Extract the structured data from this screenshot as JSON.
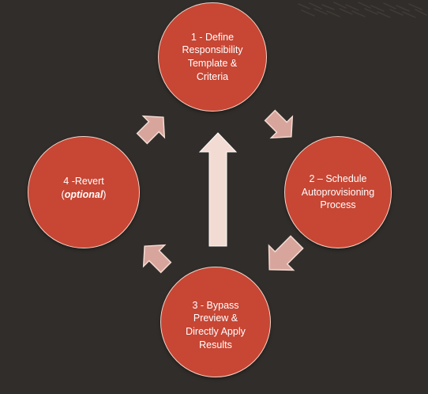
{
  "diagram": {
    "steps": [
      {
        "id": "1",
        "lines": [
          "1 - Define",
          "Responsibility",
          "Template &",
          "Criteria"
        ]
      },
      {
        "id": "2",
        "lines": [
          "2 – Schedule",
          "Autoprovisioning",
          "Process"
        ]
      },
      {
        "id": "3",
        "lines": [
          "3 -  Bypass",
          "Preview &",
          "Directly Apply",
          "Results"
        ]
      },
      {
        "id": "4",
        "line_1": "4 -Revert",
        "line_2_prefix": "(",
        "line_2_emphasis": "optional",
        "line_2_suffix": ")"
      }
    ],
    "colors": {
      "background": "#312d2a",
      "circle_fill": "#c74634",
      "circle_border": "#f3d3c7",
      "arrow_fill": "#d8a59d",
      "center_arrow_fill": "#f2dbd2",
      "text": "#ffffff"
    },
    "connectors": [
      {
        "from": "1",
        "to": "2",
        "direction": "down-right"
      },
      {
        "from": "2",
        "to": "3",
        "direction": "down-left"
      },
      {
        "from": "3",
        "to": "4",
        "direction": "up-left"
      },
      {
        "from": "4",
        "to": "1",
        "direction": "up-right"
      },
      {
        "from": "3",
        "to": "1",
        "direction": "up"
      }
    ]
  }
}
